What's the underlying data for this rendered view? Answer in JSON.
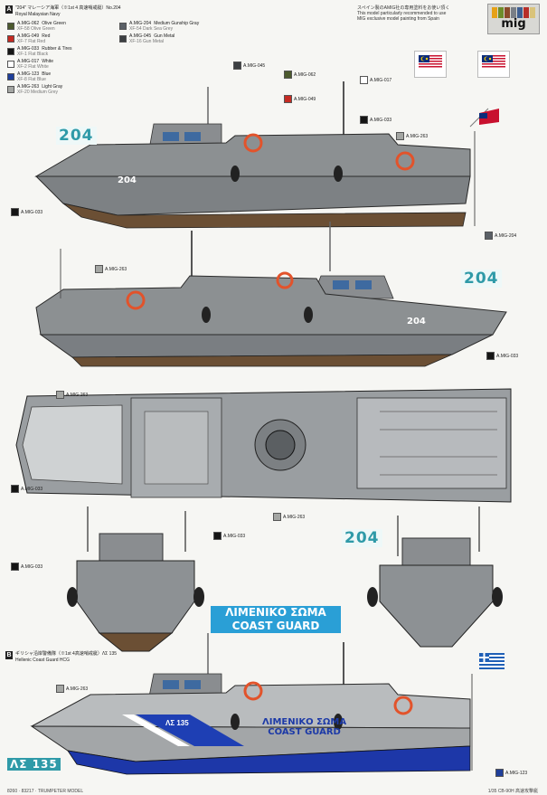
{
  "header": {
    "section_a_letter": "A",
    "section_a_title": "\"204\" マレーシア海軍（※1st 4 高速哨戒艇）No.204",
    "section_a_subtitle": "Royal Malaysian Navy",
    "note_lines": [
      "スペイン製のAMIG社の専用塗料をお使い頂く",
      "This model particularly recommended to use",
      "MIG exclusive model painting from Spain"
    ]
  },
  "legend": [
    {
      "code": "A.MIG-062",
      "name": "Olive Green",
      "sub": "XF-58 Olive Green",
      "color": "#4c5a2e"
    },
    {
      "code": "A.MIG-049",
      "name": "Red",
      "sub": "XF-7 Flat Red",
      "color": "#c52a22"
    },
    {
      "code": "A.MIG-033",
      "name": "Rubber & Tires",
      "sub": "XF-1 Flat Black",
      "color": "#151515"
    },
    {
      "code": "A.MIG-017",
      "name": "White",
      "sub": "XF-2 Flat White",
      "color": "#ffffff"
    },
    {
      "code": "A.MIG-123",
      "name": "Blue",
      "sub": "XF-8 Flat Blue",
      "color": "#1f3f9a"
    },
    {
      "code": "A.MIG-263",
      "name": "Light Gray",
      "sub": "XF-20 Medium Grey",
      "color": "#a4a6a3"
    },
    {
      "code": "A.MIG-204",
      "name": "Medium Gunship Gray",
      "sub": "XF-54 Dark Sea Grey",
      "color": "#5b6066"
    },
    {
      "code": "A.MIG-045",
      "name": "Gun Metal",
      "sub": "XF-16 Gun Metal",
      "color": "#3c3f42"
    }
  ],
  "callouts": {
    "c1": "A.MIG-045",
    "c2": "A.MIG-062",
    "c3": "A.MIG-017",
    "c4": "A.MIG-049",
    "c5": "A.MIG-033",
    "c6": "A.MIG-263",
    "c7": "A.MIG-033",
    "c8": "A.MIG-204",
    "c9": "A.MIG-263",
    "c10": "A.MIG-033",
    "c11": "A.MIG-263",
    "c12": "A.MIG-033",
    "c13": "A.MIG-263",
    "c14": "A.MIG-033",
    "c15": "A.MIG-033",
    "c16": "A.MIG-263",
    "c17": "A.MIG-123"
  },
  "hull_numbers": {
    "top_tag": "204",
    "mid_tag": "204",
    "front_tag": "204",
    "hull_side": "204",
    "bottom_tag": "ΛΣ 135",
    "hull_greek": "ΛΣ 135"
  },
  "section_b": {
    "letter": "B",
    "title": "ギリシャ沿岸警備隊（※1st 4高速哨戒艇）ΛΣ 135",
    "subtitle": "Hellenic Coast Guard HCG"
  },
  "coast_guard": {
    "line1": "ΛΙΜΕΝΙΚΟ ΣΩΜΑ",
    "line2": "COAST GUARD"
  },
  "hull_text": {
    "line1": "ΛΙΜΕΝΙΚΟ ΣΩΜΑ",
    "line2": "COAST GUARD"
  },
  "footer": {
    "left": "8260 · 83217 · TRUMPETER MODEL",
    "right": "1/35 CB-90H 高速攻撃艇"
  },
  "logo": {
    "text": "mig"
  }
}
